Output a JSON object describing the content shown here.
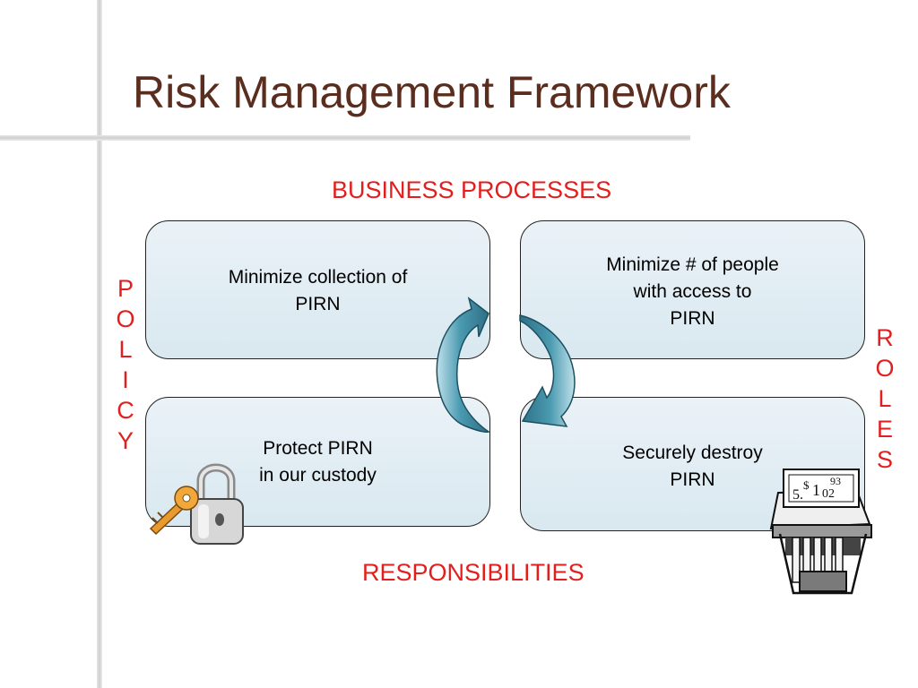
{
  "slide": {
    "title": "Risk Management Framework"
  },
  "labels": {
    "top": "BUSINESS PROCESSES",
    "bottom": "RESPONSIBILITIES",
    "left_vertical": [
      "P",
      "O",
      "L",
      "I",
      "C",
      "Y"
    ],
    "right_vertical": [
      "R",
      "O",
      "L",
      "E",
      "S"
    ]
  },
  "boxes": {
    "top_left": [
      "Minimize collection of",
      "PIRN"
    ],
    "top_right": [
      "Minimize # of people",
      "with access to",
      "PIRN"
    ],
    "bottom_left": [
      "Protect PIRN",
      "in our custody"
    ],
    "bottom_right": [
      "Securely destroy",
      "PIRN"
    ]
  },
  "clipart": {
    "lock_icon": "padlock-with-key-icon",
    "shredder_icon": "money-shredder-icon",
    "shredder_note": {
      "left": "5.",
      "top": "$",
      "main": "1",
      "sub": "02",
      "right": "93"
    }
  },
  "colors": {
    "title": "#5a2d1e",
    "label_red": "#e31e1e",
    "box_fill": "#dde9f1",
    "arrow_teal": "#3f8fa6"
  }
}
